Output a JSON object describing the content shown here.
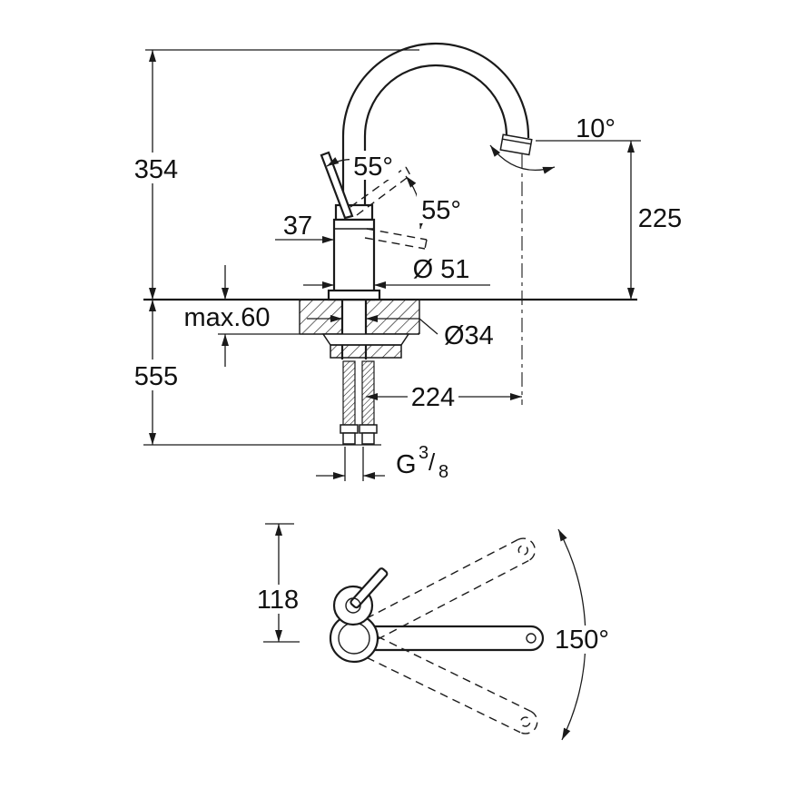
{
  "drawing": {
    "title": "faucet-dimensional-drawing",
    "colors": {
      "line": "#1a1a1a",
      "background": "#ffffff"
    },
    "labels": {
      "dim_354": "354",
      "dim_555": "555",
      "dim_37": "37",
      "angle_55_a": "55°",
      "angle_55_b": "55°",
      "angle_10": "10°",
      "dim_225": "225",
      "dia_51": "Ø 51",
      "max_60": "max.60",
      "dia_34": "Ø34",
      "dim_224": "224",
      "dim_118": "118",
      "angle_150": "150°",
      "thread": {
        "prefix": "G",
        "numerator": "3",
        "separator": "/",
        "denominator": "8"
      }
    }
  }
}
